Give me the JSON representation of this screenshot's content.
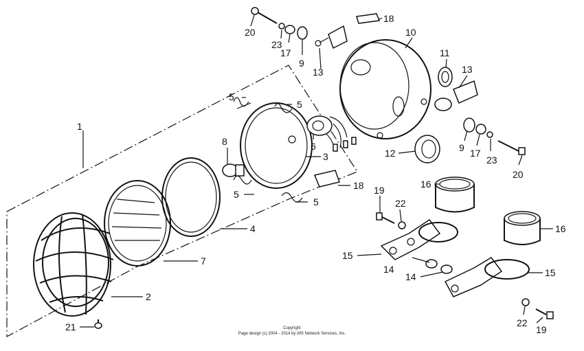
{
  "callouts": {
    "c1": "1",
    "c2": "2",
    "c3": "3",
    "c4": "4",
    "c5a": "5",
    "c5b": "5",
    "c5c": "5",
    "c5d": "5",
    "c6": "6",
    "c7": "7",
    "c8": "8",
    "c9a": "9",
    "c9b": "9",
    "c10": "10",
    "c11": "11",
    "c12": "12",
    "c13a": "13",
    "c13b": "13",
    "c14a": "14",
    "c14b": "14",
    "c15a": "15",
    "c15b": "15",
    "c16a": "16",
    "c16b": "16",
    "c17a": "17",
    "c17b": "17",
    "c18a": "18",
    "c18b": "18",
    "c19a": "19",
    "c19b": "19",
    "c20a": "20",
    "c20b": "20",
    "c21": "21",
    "c22a": "22",
    "c22b": "22",
    "c23a": "23",
    "c23b": "23"
  },
  "footer": {
    "line1": "Copyright",
    "line2": "Page design (c) 2004 - 2014 by ARI Network Services, Inc."
  }
}
